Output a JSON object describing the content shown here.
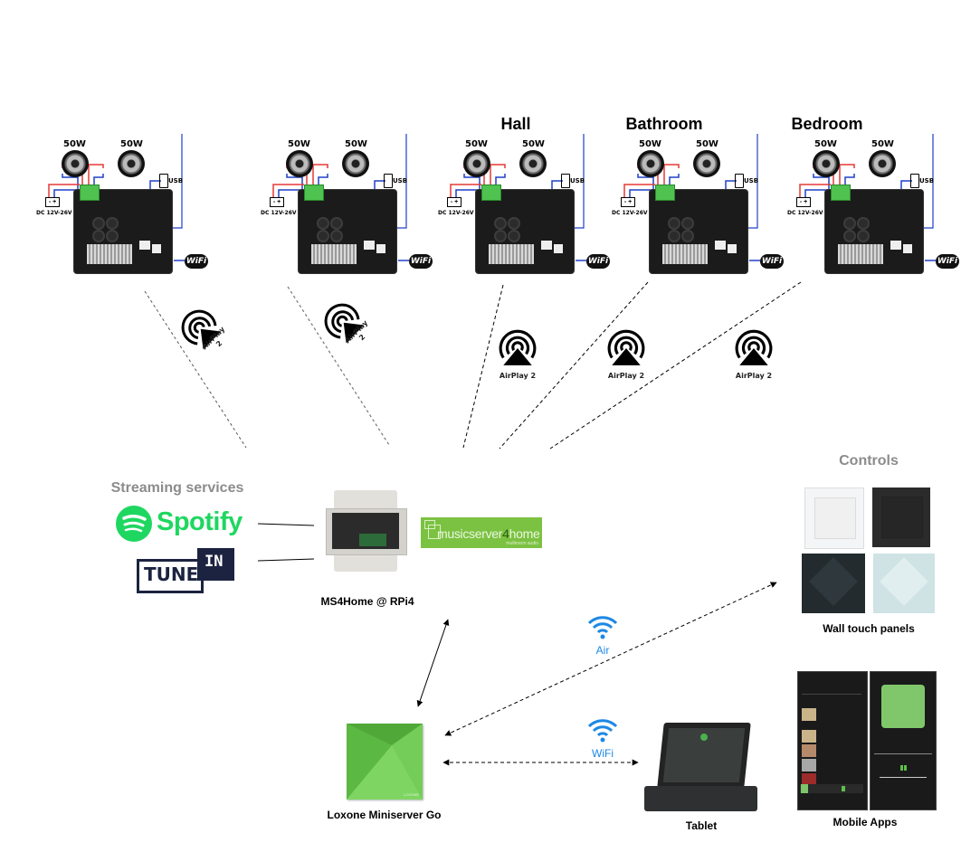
{
  "rooms": [
    {
      "title": "",
      "speaker_left": "50W",
      "speaker_right": "50W",
      "usb_label": "USB",
      "dc_label": "DC 12V-26V",
      "wifi_badge": "WiFi",
      "airplay_label": "AirPlay 2"
    },
    {
      "title": "",
      "speaker_left": "50W",
      "speaker_right": "50W",
      "usb_label": "USB",
      "dc_label": "DC 12V-26V",
      "wifi_badge": "WiFi",
      "airplay_label": "AirPlay 2"
    },
    {
      "title": "Hall",
      "speaker_left": "50W",
      "speaker_right": "50W",
      "usb_label": "USB",
      "dc_label": "DC 12V-26V",
      "wifi_badge": "WiFi",
      "airplay_label": "AirPlay 2"
    },
    {
      "title": "Bathroom",
      "speaker_left": "50W",
      "speaker_right": "50W",
      "usb_label": "USB",
      "dc_label": "DC 12V-26V",
      "wifi_badge": "WiFi",
      "airplay_label": "AirPlay 2"
    },
    {
      "title": "Bedroom",
      "speaker_left": "50W",
      "speaker_right": "50W",
      "usb_label": "USB",
      "dc_label": "DC 12V-26V",
      "wifi_badge": "WiFi",
      "airplay_label": "AirPlay 2"
    }
  ],
  "streaming": {
    "title": "Streaming services",
    "spotify": "Spotify",
    "tunein_left": "TUNE",
    "tunein_right": "IN"
  },
  "server": {
    "caption": "MS4Home @ RPi4",
    "logo_main": "musicserver",
    "logo_num": "4",
    "logo_end": "home",
    "logo_sub": "multiroom audio"
  },
  "controls": {
    "title": "Controls",
    "wall_caption": "Wall touch panels",
    "mobile_caption": "Mobile Apps",
    "tablet_caption": "Tablet"
  },
  "miniserver": {
    "caption": "Loxone Miniserver Go",
    "brand": "LOXONE"
  },
  "links": {
    "air_label": "Air",
    "wifi_label": "WiFi"
  },
  "colors": {
    "loxone_green": "#69c54a",
    "spotify_green": "#1ed760",
    "ms4home_green": "#7cc242",
    "wifi_blue": "#1e88e5",
    "title_gray": "#8c8c8c"
  }
}
